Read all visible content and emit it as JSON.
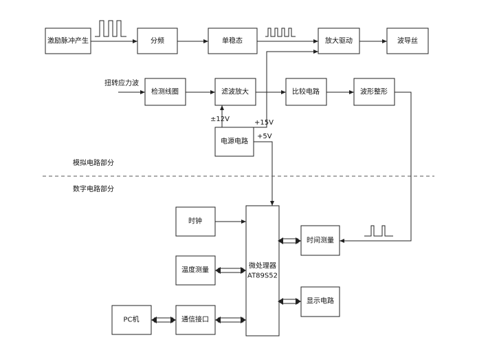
{
  "blocks": {
    "excitation": "激励脉冲产生",
    "divider": "分频",
    "monostable": "单稳态",
    "amp_drive": "放大驱动",
    "wire": "波导丝",
    "detect_coil": "检测线圈",
    "filter_amp": "滤波放大",
    "comparator": "比较电路",
    "shaping": "波形整形",
    "power": "电源电路",
    "clock": "时钟",
    "time_measure": "时间测量",
    "temp_measure": "温度测量",
    "mcu_line1": "微处理器",
    "mcu_line2": "AT89S52",
    "display": "显示电路",
    "pc": "PC机",
    "comm": "通信接口"
  },
  "labels": {
    "torsion_wave": "扭转应力波",
    "minus_12v": "±12V",
    "plus_15v": "+15V",
    "plus_5v": "+5V",
    "analog_part": "模拟电路部分",
    "digital_part": "数字电路部分"
  }
}
